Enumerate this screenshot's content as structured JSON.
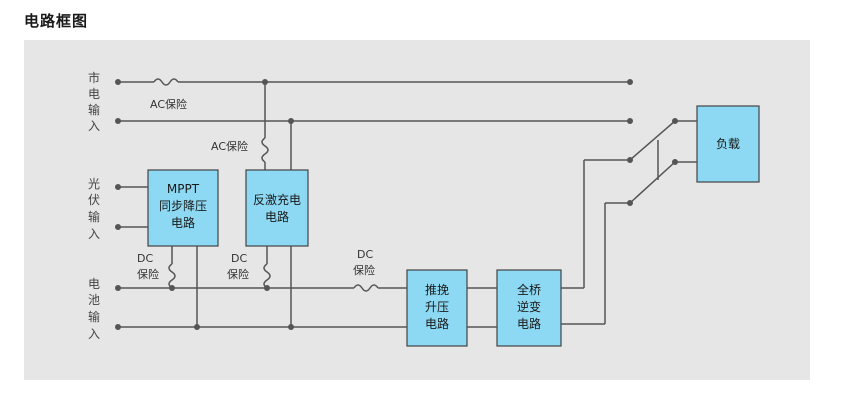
{
  "title": "电路框图",
  "inputs": {
    "mains": [
      "市",
      "电",
      "输",
      "入"
    ],
    "pv": [
      "光",
      "伏",
      "输",
      "入"
    ],
    "battery": [
      "电",
      "池",
      "输",
      "入"
    ]
  },
  "fuses": {
    "ac_top": "AC保险",
    "ac_mid": "AC保险",
    "dc_mppt": [
      "DC",
      "保险"
    ],
    "dc_flyback": [
      "DC",
      "保险"
    ],
    "dc_line": [
      "DC",
      "保险"
    ]
  },
  "boxes": {
    "mppt": [
      "MPPT",
      "同步降压",
      "电路"
    ],
    "flyback": [
      "反激充电",
      "电路"
    ],
    "pushpull": [
      "推挽",
      "升压",
      "电路"
    ],
    "inverter": [
      "全桥",
      "逆变",
      "电路"
    ],
    "load": [
      "负载"
    ]
  },
  "colors": {
    "box_fill": "#8dd8f2",
    "panel": "#e6e6e6",
    "wire": "#555555"
  }
}
